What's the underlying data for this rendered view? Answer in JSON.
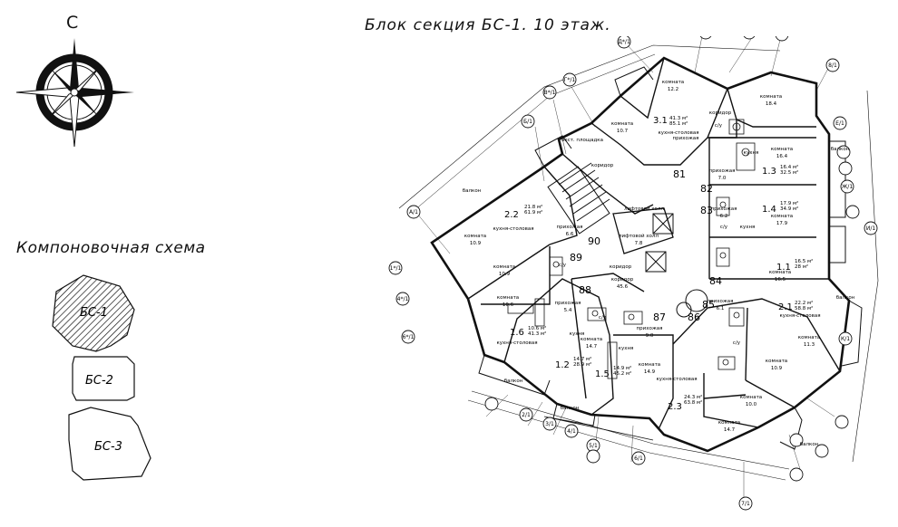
{
  "title": "Блок секция БС-1. 10 этаж.",
  "schema": {
    "title": "Компоновочная схема",
    "blocks": [
      {
        "label": "БС-1",
        "selected": true
      },
      {
        "label": "БС-2",
        "selected": false
      },
      {
        "label": "БС-3",
        "selected": false
      }
    ]
  },
  "compass": {
    "north_letter": "С"
  },
  "apartments": [
    {
      "number": "3.1",
      "area": "41.3 м²",
      "total": "85.1 м²"
    },
    {
      "number": "1.3",
      "area": "16.4 м²",
      "total": "32.5 м²"
    },
    {
      "number": "1.4",
      "area": "17.9 м²",
      "total": "34.9 м²"
    },
    {
      "number": "1.1",
      "area": "16.5 м²",
      "total": "28 м²"
    },
    {
      "number": "2.1",
      "area": "22.2 м²",
      "total": "58.8 м²"
    },
    {
      "number": "2.2",
      "area": "21.8 м²",
      "total": "61.9 м²"
    },
    {
      "number": "1.6",
      "area": "10.6 м²",
      "total": "41.3 м²"
    },
    {
      "number": "1.2",
      "area": "14.7 м²",
      "total": "28.9 м²"
    },
    {
      "number": "1.5",
      "area": "14.9 м²",
      "total": "45.2 м²"
    },
    {
      "number": "2.3",
      "area": "24.3 м²",
      "total": "63.8 м²"
    }
  ],
  "unit_codes": [
    "81",
    "82",
    "83",
    "84",
    "85",
    "86",
    "87",
    "88",
    "89",
    "90"
  ],
  "rooms": {
    "room": "комната",
    "kitchen_living": "кухня-столовая",
    "hallway": "прихожая",
    "bathroom": "с/у",
    "corridor": "коридор",
    "balcony": "балкон",
    "kitchen": "кухня",
    "lift_hall": "лифтовой холл",
    "vest_area": "вест. площадка"
  },
  "room_labels": [
    {
      "name": "комната",
      "area": "12.2"
    },
    {
      "name": "комната",
      "area": "18.4"
    },
    {
      "name": "комната",
      "area": "10.7"
    },
    {
      "name": "комната",
      "area": "16.4"
    },
    {
      "name": "комната",
      "area": "17.9"
    },
    {
      "name": "комната",
      "area": "16.5"
    },
    {
      "name": "комната",
      "area": "10.9"
    },
    {
      "name": "комната",
      "area": "10.9"
    },
    {
      "name": "комната",
      "area": "10.6"
    },
    {
      "name": "комната",
      "area": "14.7"
    },
    {
      "name": "комната",
      "area": "14.9"
    },
    {
      "name": "комната",
      "area": "11.3"
    },
    {
      "name": "комната",
      "area": "10.9"
    },
    {
      "name": "комната",
      "area": "10.0"
    },
    {
      "name": "комната",
      "area": "14.7"
    },
    {
      "name": "прихожая",
      "area": "7.0"
    },
    {
      "name": "прихожая",
      "area": "6.2"
    },
    {
      "name": "прихожая",
      "area": "6.6"
    },
    {
      "name": "прихожая",
      "area": "5.4"
    },
    {
      "name": "прихожая",
      "area": "9.0"
    },
    {
      "name": "прихожая",
      "area": "6.1"
    },
    {
      "name": "лифтовой холл",
      "area": "7.8"
    },
    {
      "name": "коридор",
      "area": "45.6"
    }
  ],
  "axes": [
    "Д*/1",
    "Г*/1",
    "В*/1",
    "Б/1",
    "А/1",
    "1*/1",
    "4*/1",
    "6*/1",
    "2/1",
    "3/1",
    "4/1",
    "5/1",
    "6/1",
    "7/1",
    "Е/1",
    "Ж/1",
    "И/1",
    "К/1",
    "8/1"
  ]
}
